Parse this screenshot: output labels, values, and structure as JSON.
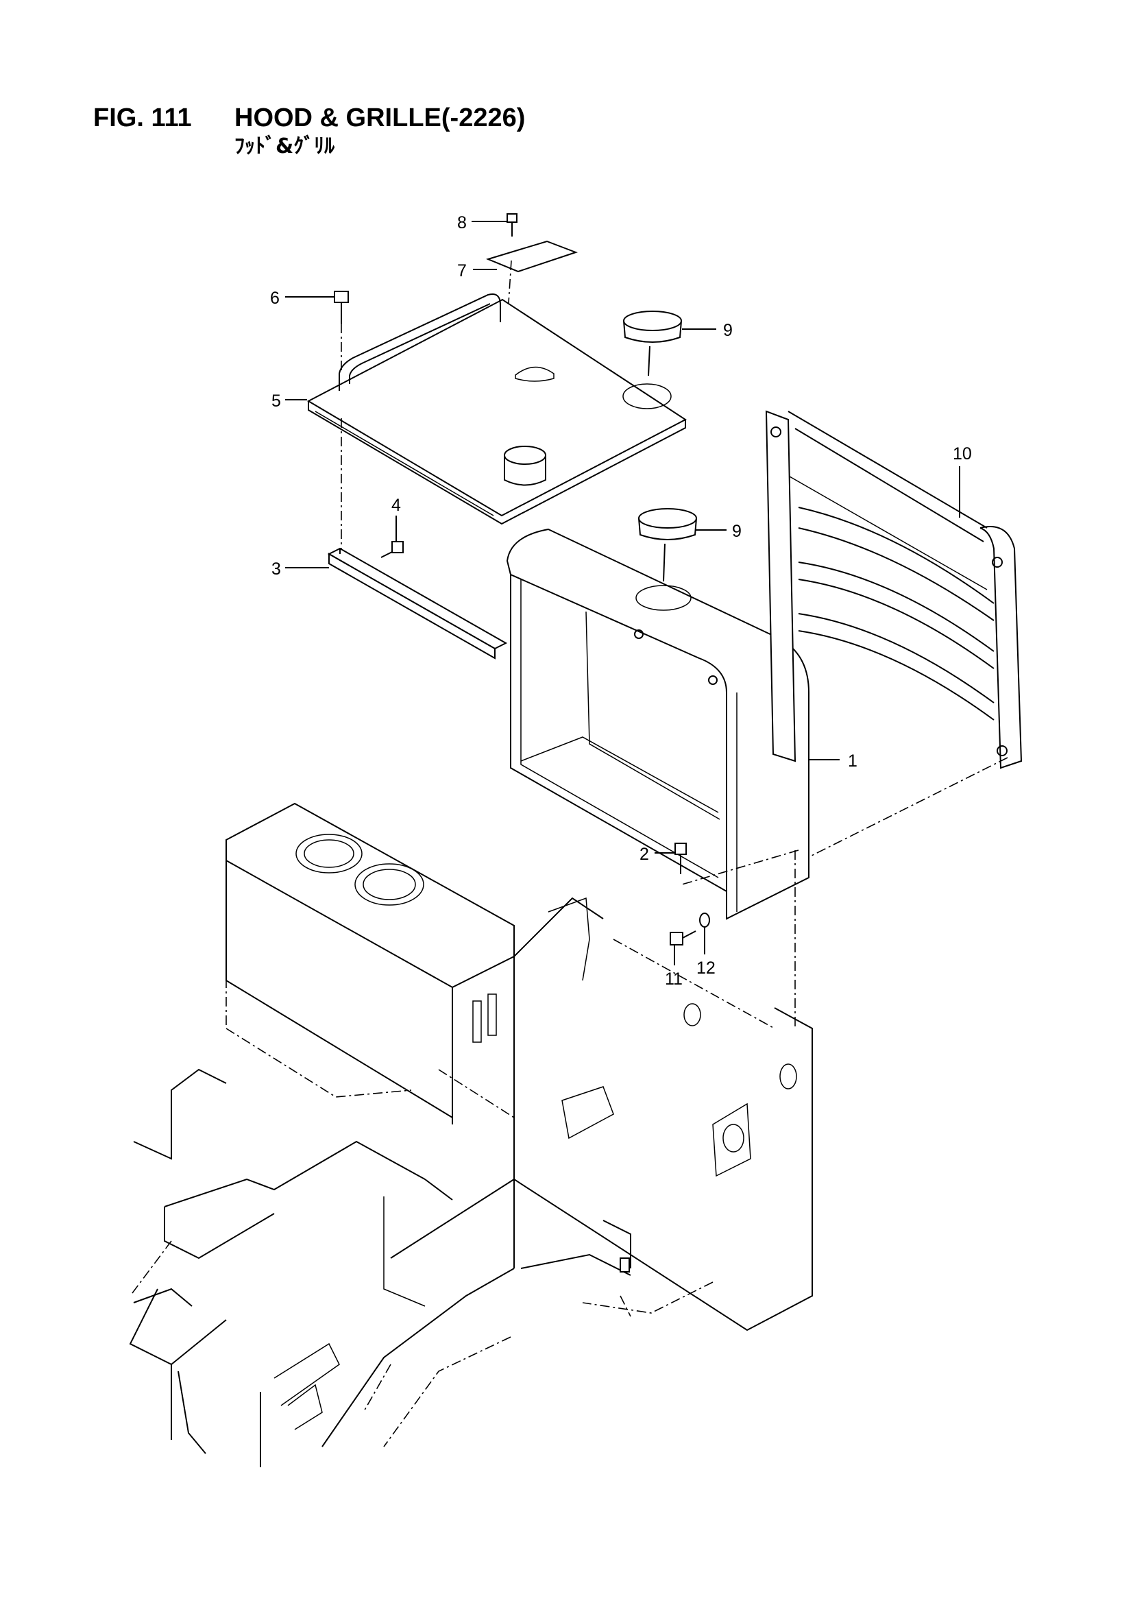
{
  "figure": {
    "number": "FIG. 111",
    "title": "HOOD & GRILLE(-2226)",
    "subtitle": "ﾌｯﾄﾞ&ｸﾞﾘﾙ"
  },
  "callouts": [
    "1",
    "2",
    "3",
    "4",
    "5",
    "6",
    "7",
    "8",
    "9",
    "9",
    "10",
    "11",
    "12"
  ]
}
